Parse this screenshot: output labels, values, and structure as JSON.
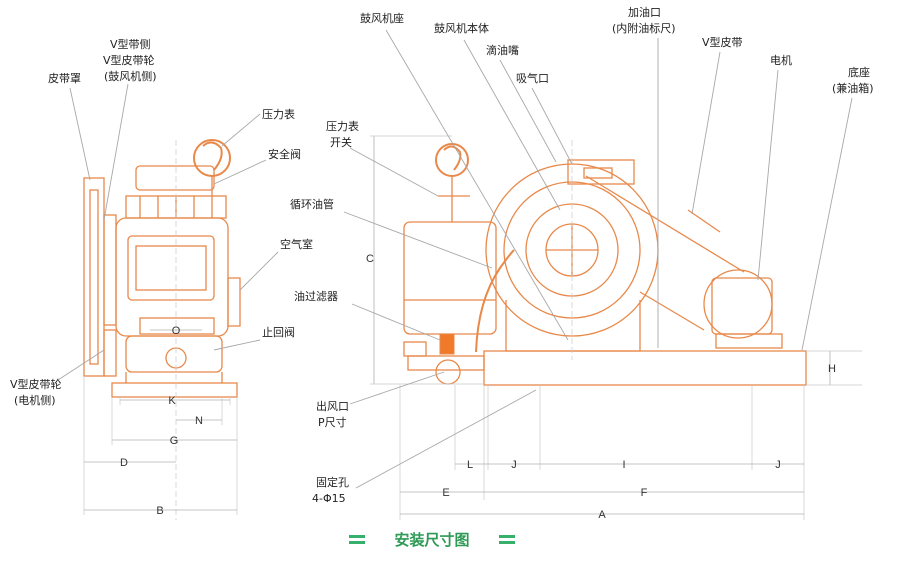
{
  "labels": {
    "belt_guard": "皮带罩",
    "v_pulley_blower_1": "V型皮带轮",
    "v_pulley_blower_2": "(鼓风机侧)",
    "v_pulley_blower_top": "V型带侧",
    "pressure_gauge_left": "压力表",
    "safety_valve": "安全阀",
    "air_chamber": "空气室",
    "check_valve": "止回阀",
    "v_pulley_motor_1": "V型皮带轮",
    "v_pulley_motor_2": "(电机侧)",
    "blower_base": "鼓风机座",
    "blower_body": "鼓风机本体",
    "drip_nozzle": "滴油嘴",
    "suction_port": "吸气口",
    "oil_inlet_1": "加油口",
    "oil_inlet_2": "(内附油标尺)",
    "v_belt": "V型皮带",
    "motor": "电机",
    "base_1": "底座",
    "base_2": "(兼油箱)",
    "gauge_switch_1": "压力表",
    "gauge_switch_2": "开关",
    "oil_circulation_pipe": "循环油管",
    "oil_filter": "油过滤器",
    "outlet_1": "出风口",
    "outlet_2": "P尺寸",
    "fixing_hole_1": "固定孔",
    "fixing_hole_2": "4-Φ15"
  },
  "dimensions": {
    "O": "O",
    "K": "K",
    "N": "N",
    "G": "G",
    "D": "D",
    "B": "B",
    "C": "C",
    "H": "H",
    "L": "L",
    "J": "J",
    "I": "I",
    "E": "E",
    "F": "F",
    "A": "A"
  },
  "title": "安装尺寸图",
  "colors": {
    "drawing_line": "#e8894a",
    "leader_line": "#a8a8a8",
    "title_text": "#2e9a56",
    "title_blocks": "#36b06a"
  }
}
